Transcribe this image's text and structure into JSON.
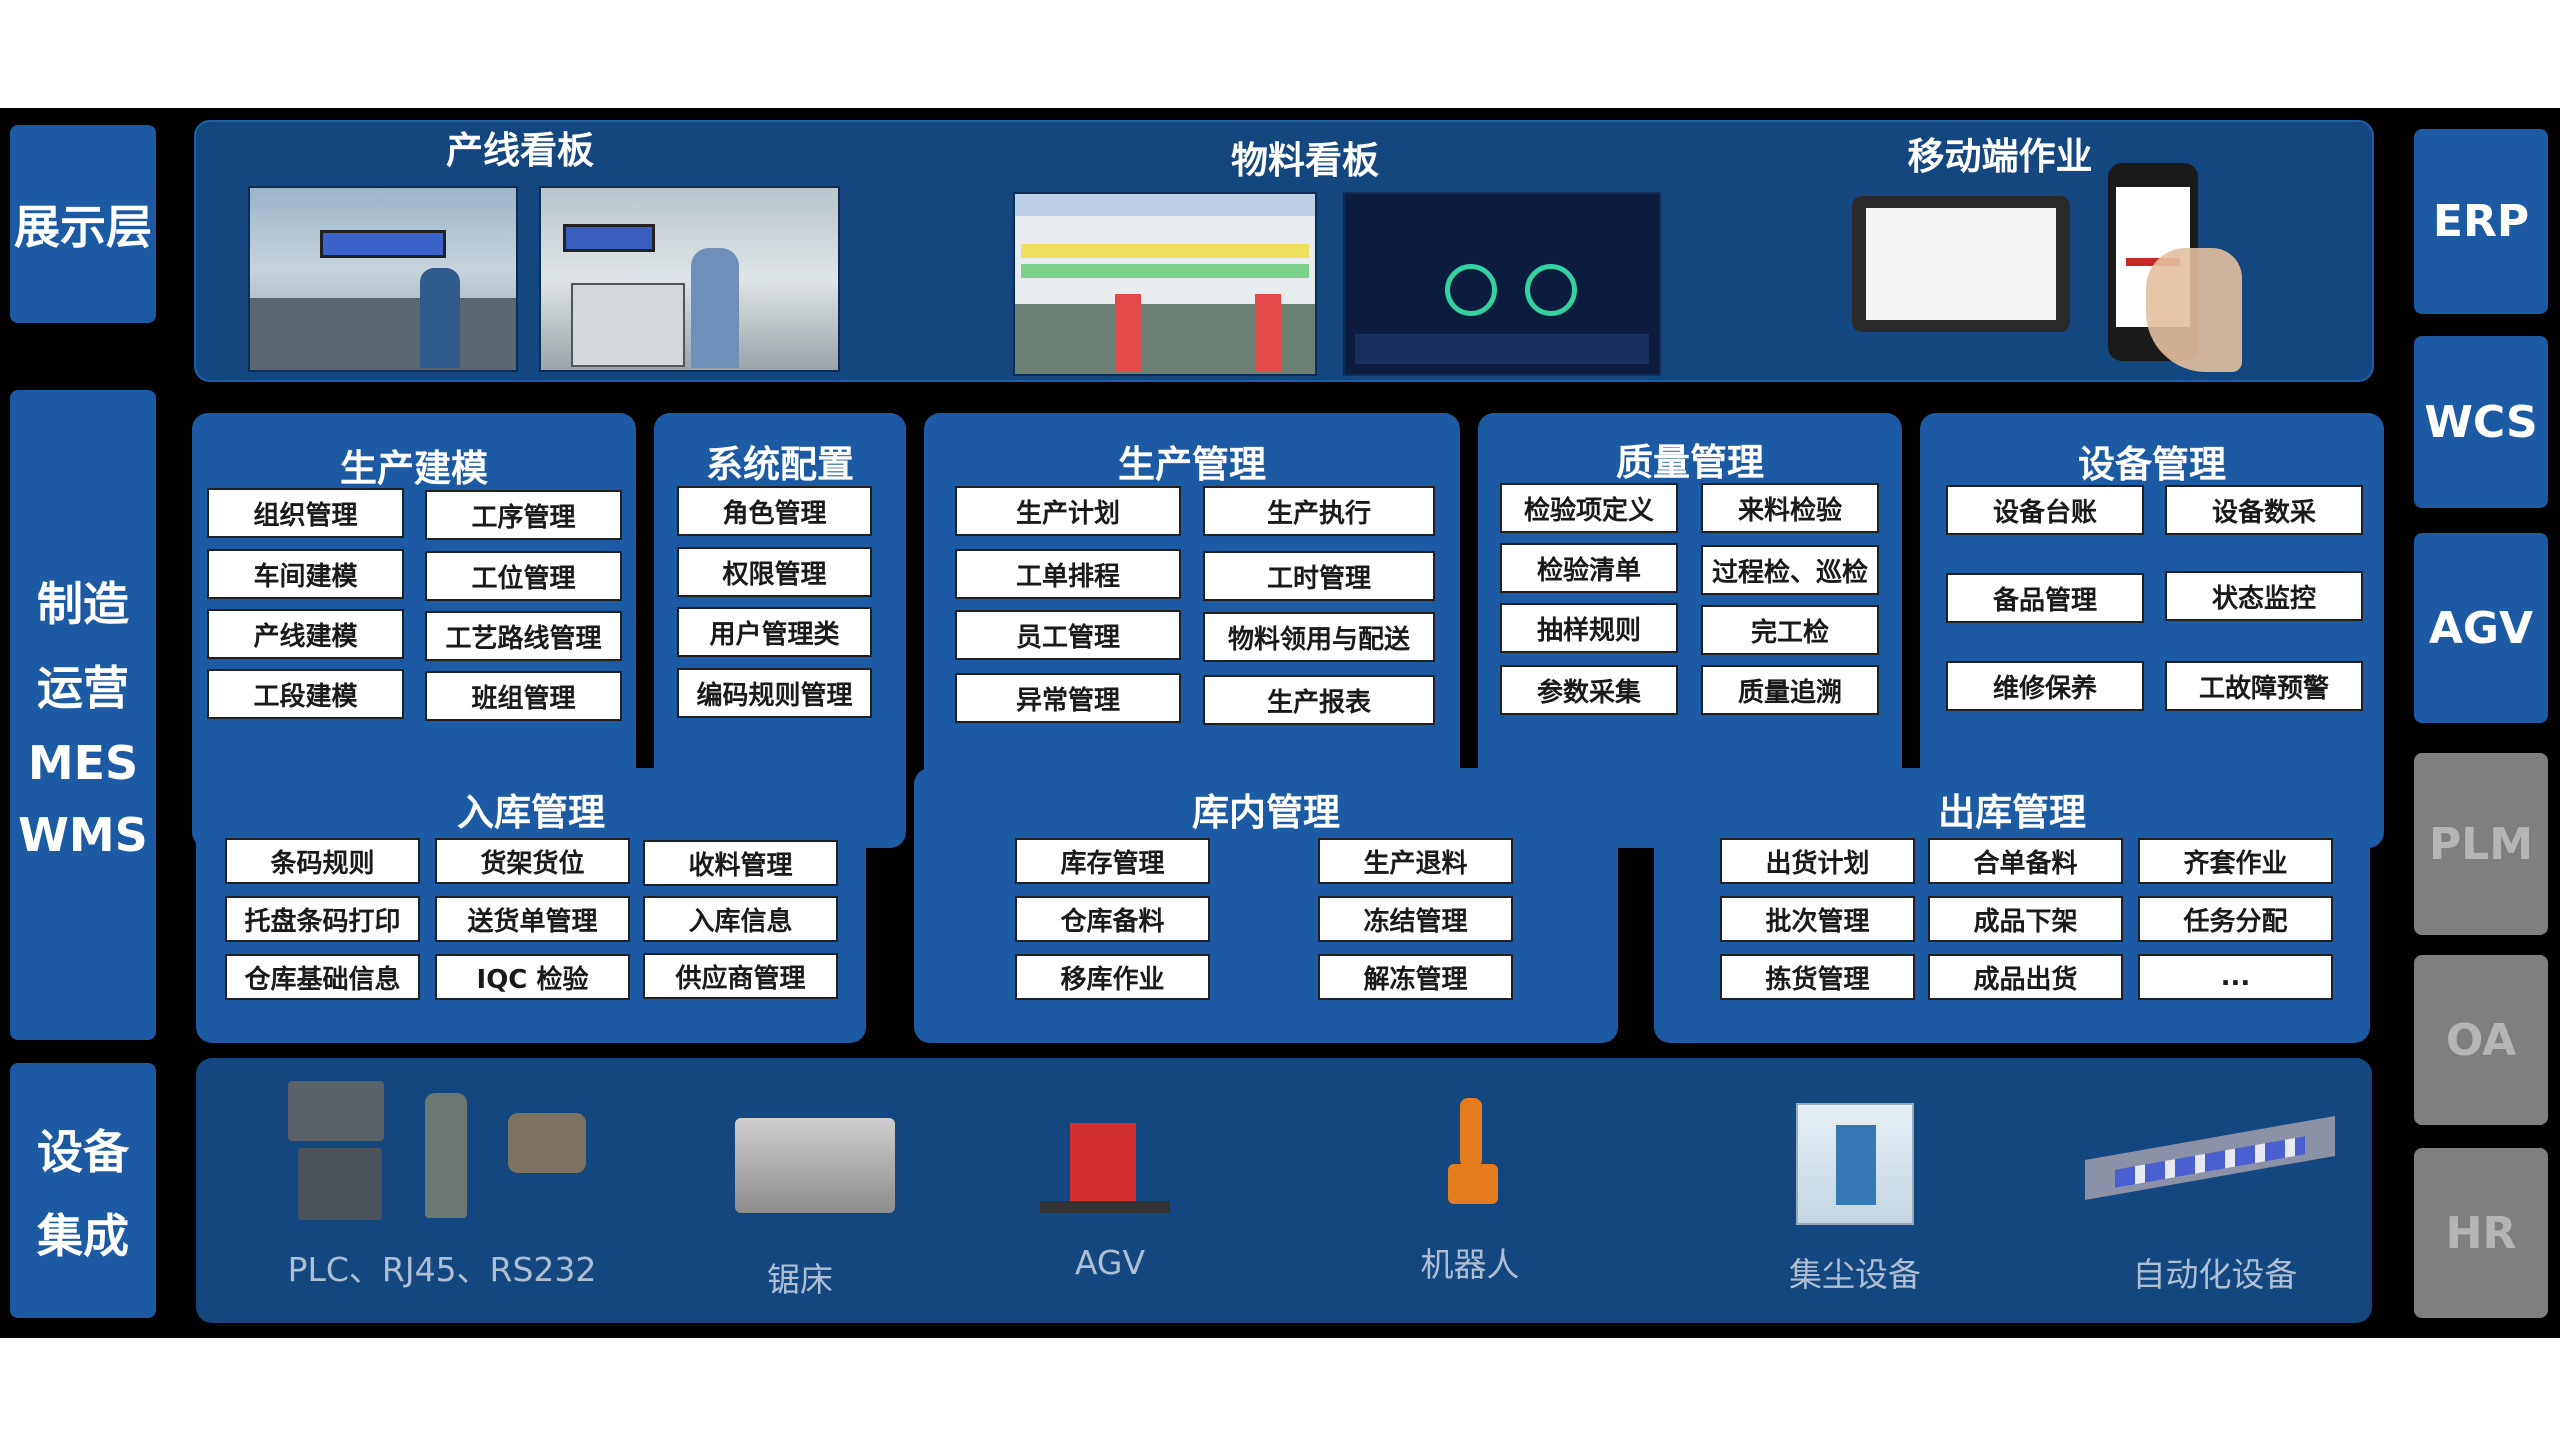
{
  "layers": {
    "display": "展示层",
    "mes": [
      "制造",
      "运营",
      "MES",
      "WMS"
    ],
    "equipment": [
      "设备",
      "集成"
    ]
  },
  "systems": [
    "ERP",
    "WCS",
    "AGV",
    "PLM",
    "OA",
    "HR"
  ],
  "display_layer": {
    "line_board": "产线看板",
    "material_board": "物料看板",
    "mobile": "移动端作业"
  },
  "modules": {
    "production_modeling": {
      "title": "生产建模",
      "items": [
        "组织管理",
        "工序管理",
        "车间建模",
        "工位管理",
        "产线建模",
        "工艺路线管理",
        "工段建模",
        "班组管理"
      ]
    },
    "system_config": {
      "title": "系统配置",
      "items": [
        "角色管理",
        "权限管理",
        "用户管理类",
        "编码规则管理"
      ]
    },
    "production_mgmt": {
      "title": "生产管理",
      "items": [
        "生产计划",
        "生产执行",
        "工单排程",
        "工时管理",
        "员工管理",
        "物料领用与配送",
        "异常管理",
        "生产报表"
      ]
    },
    "quality_mgmt": {
      "title": "质量管理",
      "items": [
        "检验项定义",
        "来料检验",
        "检验清单",
        "过程检、巡检",
        "抽样规则",
        "完工检",
        "参数采集",
        "质量追溯"
      ]
    },
    "equipment_mgmt": {
      "title": "设备管理",
      "items": [
        "设备台账",
        "设备数采",
        "备品管理",
        "状态监控",
        "维修保养",
        "工故障预警"
      ]
    },
    "inbound": {
      "title": "入库管理",
      "items": [
        "条码规则",
        "货架货位",
        "收料管理",
        "托盘条码打印",
        "送货单管理",
        "入库信息",
        "仓库基础信息",
        "IQC 检验",
        "供应商管理"
      ]
    },
    "warehouse": {
      "title": "库内管理",
      "items": [
        "库存管理",
        "生产退料",
        "仓库备料",
        "冻结管理",
        "移库作业",
        "解冻管理"
      ]
    },
    "outbound": {
      "title": "出库管理",
      "items": [
        "出货计划",
        "合单备料",
        "齐套作业",
        "批次管理",
        "成品下架",
        "任务分配",
        "拣货管理",
        "成品出货",
        "..."
      ]
    }
  },
  "devices": [
    "PLC、RJ45、RS232",
    "锯床",
    "AGV",
    "机器人",
    "集尘设备",
    "自动化设备"
  ],
  "colors": {
    "block": "#1c5aa3",
    "panel_dark": "#14477f",
    "inactive": "#7f7f7f"
  }
}
